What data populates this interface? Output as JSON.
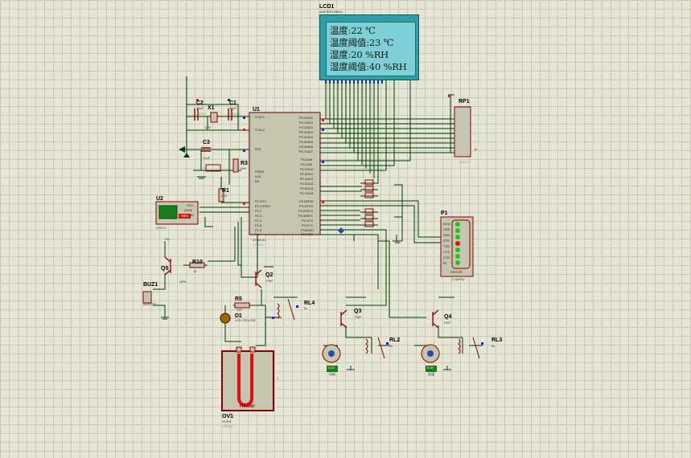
{
  "lcd": {
    "ref": "LCD1",
    "part": "AMPIRE128064",
    "lines": [
      "温度:22 ℃",
      "温度阈值:23 ℃",
      "湿度:20 %RH",
      "湿度阈值:40 %RH"
    ]
  },
  "mcu": {
    "ref": "U1",
    "part": "AT89C52",
    "text": "<TEXT>",
    "left_pins": [
      "XTAL1",
      "XTAL2",
      "RST",
      "PSEN",
      "ALE",
      "EA",
      "P1.0/T2",
      "P1.1/T2EX",
      "P1.2",
      "P1.3",
      "P1.4",
      "P1.5",
      "P1.6",
      "P1.7"
    ],
    "right_pins": [
      "P0.0/AD0",
      "P0.1/AD1",
      "P0.2/AD2",
      "P0.3/AD3",
      "P0.4/AD4",
      "P0.5/AD5",
      "P0.6/AD6",
      "P0.7/AD7",
      "P2.0/A8",
      "P2.1/A9",
      "P2.2/A10",
      "P2.3/A11",
      "P2.4/A12",
      "P2.5/A13",
      "P2.6/A14",
      "P2.7/A15",
      "P3.0/RXD",
      "P3.1/TXD",
      "P3.2/INT0",
      "P3.3/INT1",
      "P3.4/T0",
      "P3.5/T1",
      "P3.6/WR",
      "P3.7/RD"
    ]
  },
  "components": {
    "c2": {
      "ref": "C2",
      "val": "30pF"
    },
    "x1": {
      "ref": "X1",
      "val": "12M"
    },
    "c1": {
      "ref": "C1",
      "val": "30pF"
    },
    "c3": {
      "ref": "C3",
      "val": "10uF"
    },
    "r3": {
      "ref": "R3",
      "val": "10k"
    },
    "r1": {
      "ref": "R1",
      "val": "4.7k"
    },
    "u2": {
      "ref": "U2",
      "part": "DHT11",
      "pins": [
        "VCC",
        "DATA",
        "GND"
      ],
      "badge": "%RH"
    },
    "rp1": {
      "ref": "RP1",
      "val": "1k"
    },
    "p1": {
      "ref": "P1",
      "part": "COMPIM",
      "pins": [
        "DCD",
        "DSR",
        "RXD",
        "RTS",
        "TXD",
        "CTS",
        "DTR",
        "RI"
      ],
      "caption": "ERROR"
    },
    "q5": {
      "ref": "Q5",
      "type": "NPN",
      "vcc": "+5v"
    },
    "r10": {
      "ref": "R10",
      "val": "1k"
    },
    "buz1": {
      "ref": "BUZ1",
      "part": "BUZZER"
    },
    "q2": {
      "ref": "Q2",
      "type": "PNP"
    },
    "r5": {
      "ref": "R5",
      "val": "220"
    },
    "d1": {
      "ref": "D1",
      "part": "LED-YELLOW"
    },
    "rl4": {
      "ref": "RL4",
      "val": "5v"
    },
    "q3": {
      "ref": "Q3",
      "type": "PNP"
    },
    "rl2": {
      "ref": "RL2",
      "val": "5v"
    },
    "q4": {
      "ref": "Q4",
      "type": "PNP"
    },
    "rl3": {
      "ref": "RL3",
      "val": "5v"
    },
    "ov1": {
      "ref": "OV1",
      "part": "OVEN",
      "heater": "Heater",
      "temp": "1"
    },
    "motor1": {
      "ref": "",
      "val": "0.00",
      "caption": "风扇"
    },
    "motor2": {
      "ref": "",
      "val": "0.00",
      "caption": "加湿"
    }
  },
  "text_placeholder": "<TEXT>",
  "colors": {
    "background": "#e6e6d6",
    "grid": "#c9c9b8",
    "wire": "#003d00",
    "component": "#8a0000",
    "lcd_body": "#2fa0a8",
    "lcd_screen": "#7fd0d6",
    "pin_blue": "#2222cc",
    "pin_red": "#cc2222",
    "led_green": "#1fc21f",
    "led_red": "#e01010"
  }
}
